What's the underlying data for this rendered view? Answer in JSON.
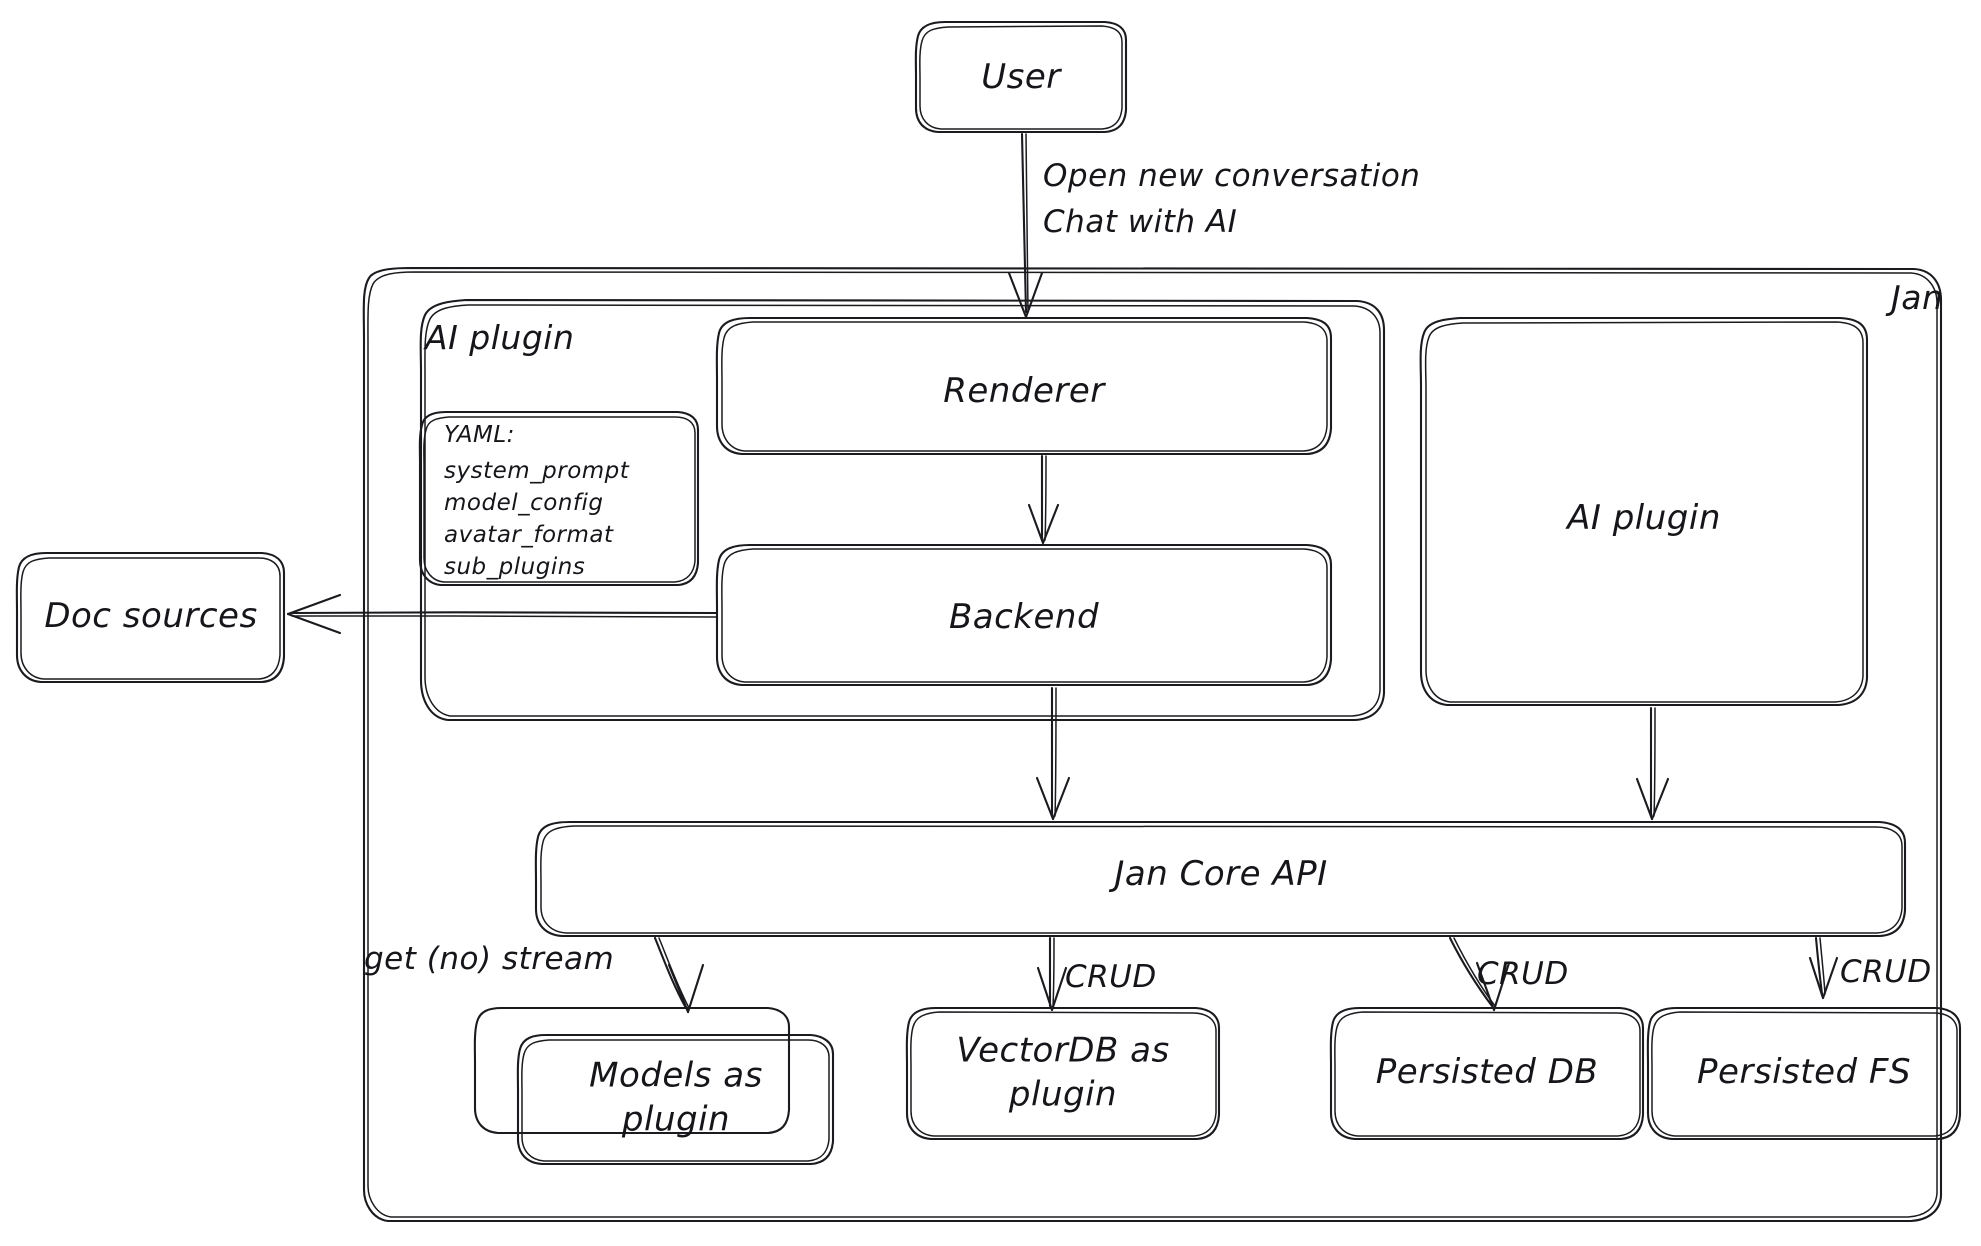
{
  "diagram": {
    "title": "Jan architecture diagram",
    "style": "hand-drawn sketch",
    "stroke_color": "#1b1b1f",
    "background_color": "#ffffff"
  },
  "nodes": {
    "user": {
      "label": "User"
    },
    "jan_container": {
      "label": "Jan"
    },
    "ai_plugin_group": {
      "label": "AI plugin"
    },
    "yaml_box": {
      "title": "YAML:",
      "lines": [
        "system_prompt",
        "model_config",
        "avatar_format",
        "sub_plugins"
      ]
    },
    "renderer": {
      "label": "Renderer"
    },
    "backend": {
      "label": "Backend"
    },
    "ai_plugin_right": {
      "label": "AI plugin"
    },
    "doc_sources": {
      "label": "Doc sources"
    },
    "jan_core_api": {
      "label": "Jan Core API"
    },
    "models_plugin": {
      "label": "Models as\nplugin"
    },
    "vectordb_plugin": {
      "label": "VectorDB as\nplugin"
    },
    "persisted_db": {
      "label": "Persisted DB"
    },
    "persisted_fs": {
      "label": "Persisted FS"
    }
  },
  "edges": [
    {
      "id": "user-to-renderer",
      "from": "user",
      "to": "renderer",
      "label": "Open new conversation\nChat with AI"
    },
    {
      "id": "renderer-to-backend",
      "from": "renderer",
      "to": "backend",
      "label": ""
    },
    {
      "id": "backend-to-doc-sources",
      "from": "backend",
      "to": "doc_sources",
      "label": ""
    },
    {
      "id": "backend-to-core-api",
      "from": "backend",
      "to": "jan_core_api",
      "label": ""
    },
    {
      "id": "ai-plugin-to-core-api",
      "from": "ai_plugin_right",
      "to": "jan_core_api",
      "label": ""
    },
    {
      "id": "core-api-to-models",
      "from": "jan_core_api",
      "to": "models_plugin",
      "label": "get (no) stream"
    },
    {
      "id": "core-api-to-vectordb",
      "from": "jan_core_api",
      "to": "vectordb_plugin",
      "label": "CRUD"
    },
    {
      "id": "core-api-to-persisted-db",
      "from": "jan_core_api",
      "to": "persisted_db",
      "label": "CRUD"
    },
    {
      "id": "core-api-to-persisted-fs",
      "from": "jan_core_api",
      "to": "persisted_fs",
      "label": "CRUD"
    }
  ],
  "edge_labels": {
    "user_flow_line1": "Open new conversation",
    "user_flow_line2": "Chat with AI",
    "get_no_stream": "get (no) stream",
    "crud_vectordb": "CRUD",
    "crud_persisted_db": "CRUD",
    "crud_persisted_fs": "CRUD"
  }
}
